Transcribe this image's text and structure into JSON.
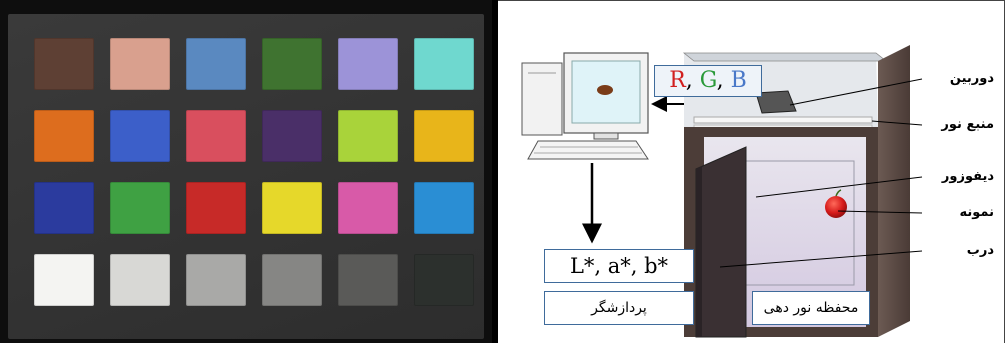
{
  "color_checker": {
    "rows": [
      [
        "#5e4034",
        "#d9a08e",
        "#5a89c0",
        "#3f7330",
        "#9c93d8",
        "#6fd8cf"
      ],
      [
        "#dd6d1e",
        "#3c5fc9",
        "#d94f5e",
        "#4a2f68",
        "#a9d33a",
        "#e8b51a"
      ],
      [
        "#2b3b9e",
        "#3fa143",
        "#c72a28",
        "#e6d82a",
        "#d85aa8",
        "#2a8ed4"
      ],
      [
        "#f4f4f2",
        "#d8d8d5",
        "#a9a9a7",
        "#868684",
        "#5a5a58",
        "#2c302d"
      ]
    ]
  },
  "diagram": {
    "rgb_label": {
      "r": "R",
      "sep1": ", ",
      "g": "G",
      "sep2": ", ",
      "b": "B"
    },
    "lab_label": "L*, a*, b*",
    "processor_label": "پردازشگر",
    "chamber_label": "محفظه نور دهی",
    "side_labels": {
      "camera": "دوربین",
      "light_source": "منبع نور",
      "diffuser": "دیفوزور",
      "sample": "نمونه",
      "door": "درب"
    },
    "colors": {
      "screen": "#dff3f8",
      "monitor": "#f2f2f2",
      "box_wall": "#5b4a44",
      "box_inner": "#d9d1e6",
      "door": "#3a3033",
      "sample": "#d61a1a",
      "box_border": "#3f6b9b"
    }
  }
}
